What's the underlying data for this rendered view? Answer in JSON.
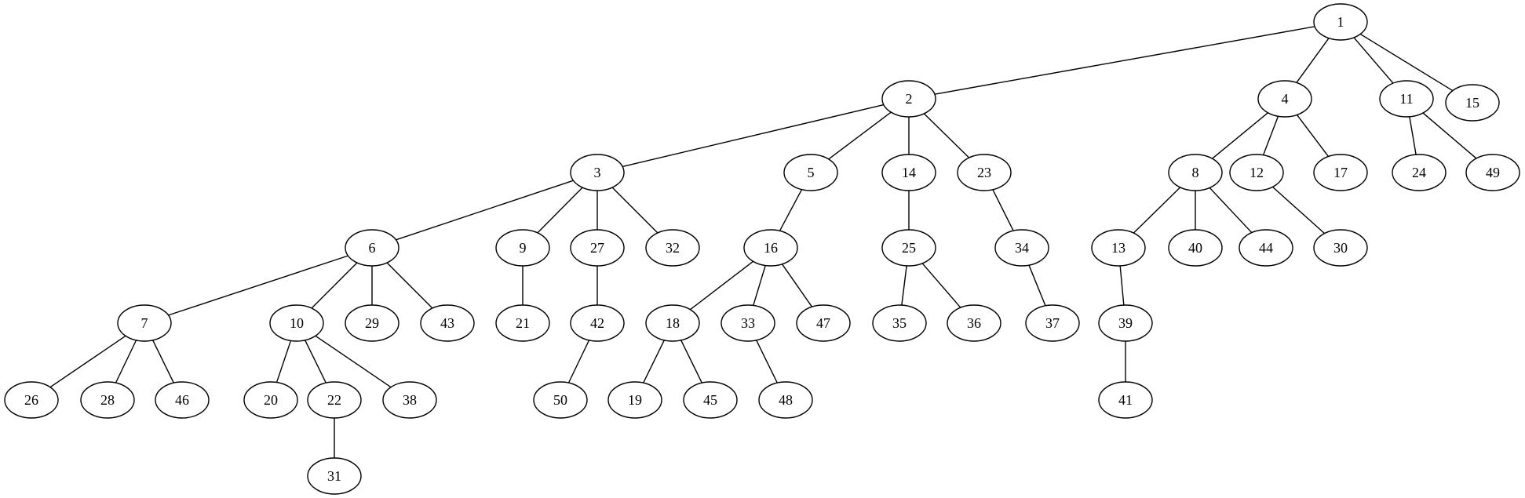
{
  "graph": {
    "nodes": [
      "1",
      "2",
      "3",
      "4",
      "5",
      "6",
      "7",
      "8",
      "9",
      "10",
      "11",
      "12",
      "13",
      "14",
      "15",
      "16",
      "17",
      "18",
      "19",
      "20",
      "21",
      "22",
      "23",
      "24",
      "25",
      "26",
      "27",
      "28",
      "29",
      "30",
      "31",
      "32",
      "33",
      "34",
      "35",
      "36",
      "37",
      "38",
      "39",
      "40",
      "41",
      "42",
      "43",
      "44",
      "45",
      "46",
      "47",
      "48",
      "49",
      "50"
    ],
    "edges": [
      [
        "1",
        "2"
      ],
      [
        "1",
        "4"
      ],
      [
        "1",
        "11"
      ],
      [
        "1",
        "15"
      ],
      [
        "2",
        "3"
      ],
      [
        "2",
        "5"
      ],
      [
        "2",
        "14"
      ],
      [
        "2",
        "23"
      ],
      [
        "3",
        "6"
      ],
      [
        "3",
        "9"
      ],
      [
        "3",
        "27"
      ],
      [
        "3",
        "32"
      ],
      [
        "4",
        "8"
      ],
      [
        "4",
        "12"
      ],
      [
        "4",
        "17"
      ],
      [
        "5",
        "16"
      ],
      [
        "6",
        "7"
      ],
      [
        "6",
        "10"
      ],
      [
        "6",
        "29"
      ],
      [
        "6",
        "43"
      ],
      [
        "7",
        "26"
      ],
      [
        "7",
        "28"
      ],
      [
        "7",
        "46"
      ],
      [
        "8",
        "13"
      ],
      [
        "8",
        "40"
      ],
      [
        "8",
        "44"
      ],
      [
        "9",
        "21"
      ],
      [
        "10",
        "20"
      ],
      [
        "10",
        "22"
      ],
      [
        "10",
        "38"
      ],
      [
        "11",
        "24"
      ],
      [
        "11",
        "49"
      ],
      [
        "12",
        "30"
      ],
      [
        "13",
        "39"
      ],
      [
        "14",
        "25"
      ],
      [
        "16",
        "18"
      ],
      [
        "16",
        "33"
      ],
      [
        "16",
        "47"
      ],
      [
        "18",
        "19"
      ],
      [
        "18",
        "45"
      ],
      [
        "22",
        "31"
      ],
      [
        "23",
        "34"
      ],
      [
        "25",
        "35"
      ],
      [
        "25",
        "36"
      ],
      [
        "27",
        "42"
      ],
      [
        "33",
        "48"
      ],
      [
        "34",
        "37"
      ],
      [
        "39",
        "41"
      ],
      [
        "42",
        "50"
      ]
    ]
  }
}
